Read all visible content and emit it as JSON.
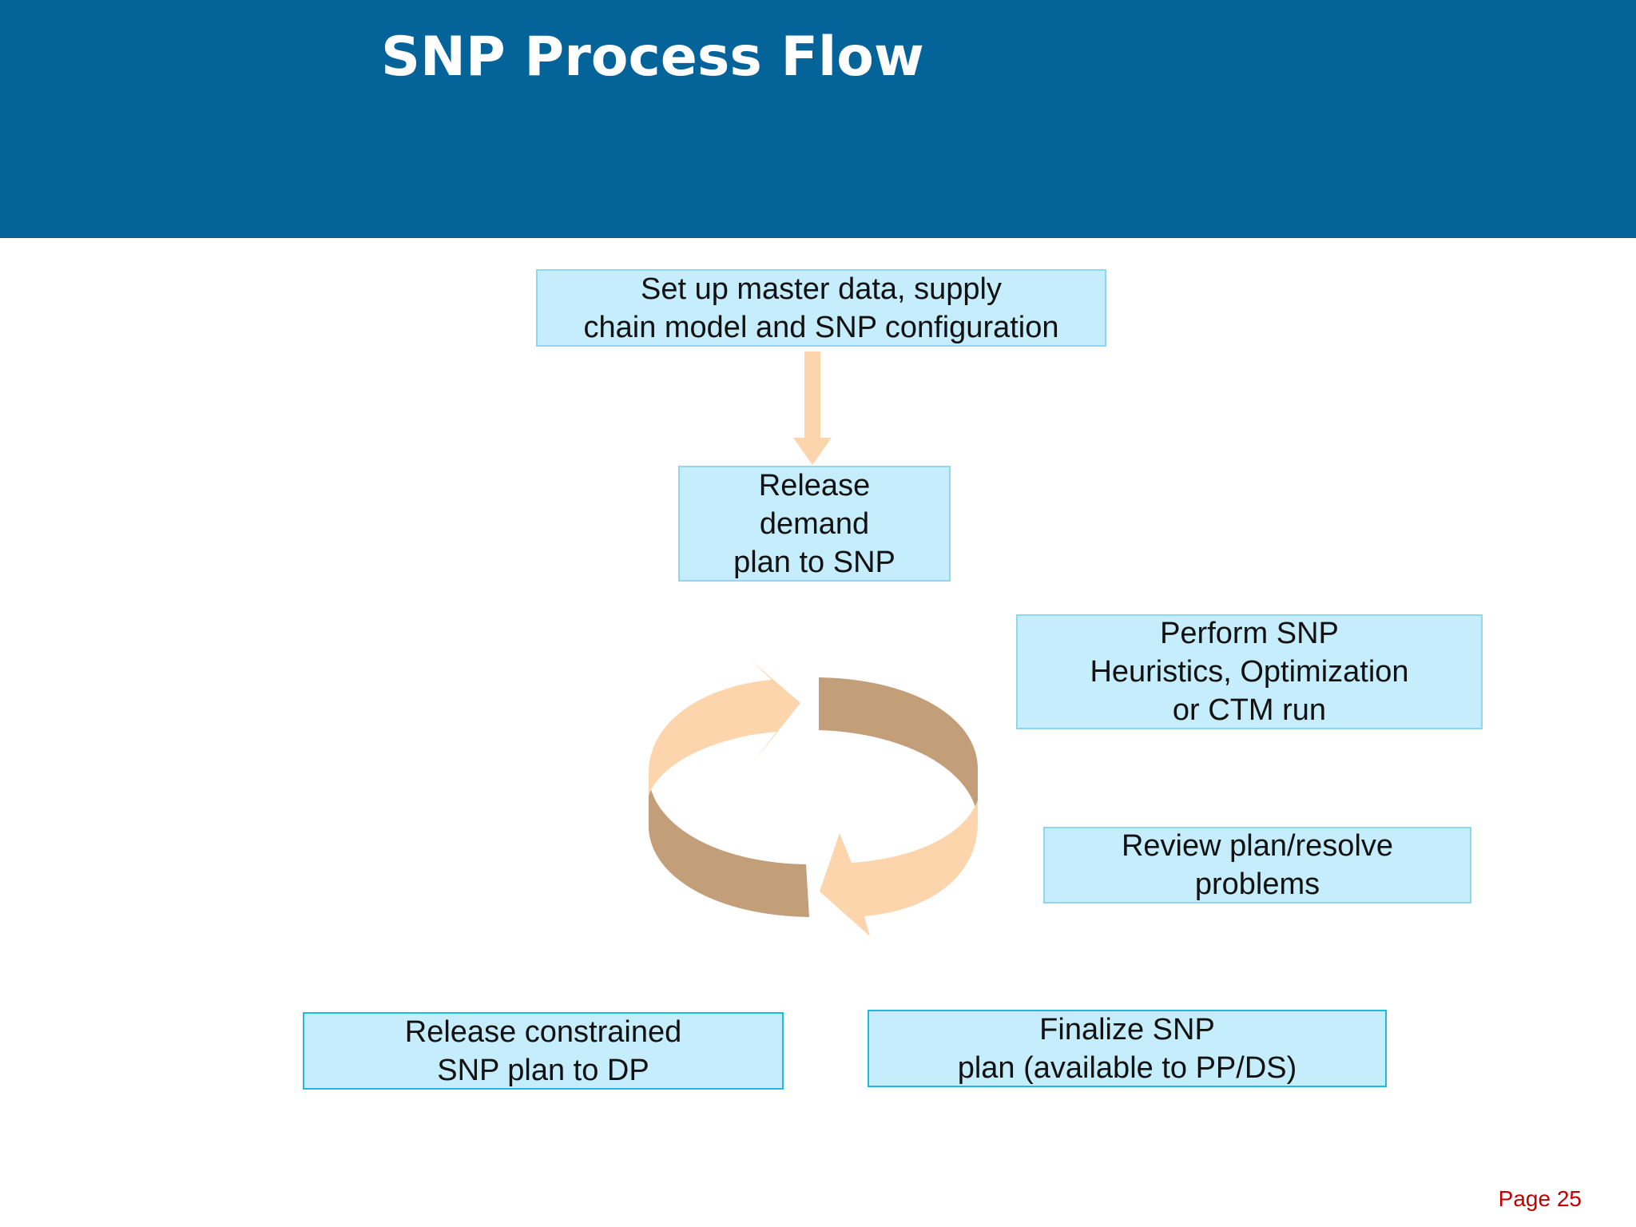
{
  "slide": {
    "title": "SNP Process Flow",
    "page_label": "Page 25"
  },
  "colors": {
    "header_band": "#04649a",
    "box_fill": "#c5edfb",
    "box_border": "#8fd7ef",
    "arrow_light": "#fdd5ad",
    "arrow_dark": "#c29e79",
    "page_label": "#c00000"
  },
  "flow": {
    "steps": [
      {
        "id": "setup",
        "text": "Set up master data, supply\nchain model and SNP configuration"
      },
      {
        "id": "release",
        "text": "Release\ndemand\nplan to SNP"
      },
      {
        "id": "perform",
        "text": "Perform SNP\nHeuristics, Optimization\nor CTM run"
      },
      {
        "id": "review",
        "text": "Review plan/resolve\nproblems"
      },
      {
        "id": "finalize",
        "text": "Finalize SNP\nplan (available to PP/DS)"
      },
      {
        "id": "constrained",
        "text": "Release constrained\nSNP plan to DP"
      }
    ],
    "connectors": [
      {
        "from": "setup",
        "to": "release",
        "type": "down-arrow"
      },
      {
        "type": "cycle-arrows",
        "description_steps": [
          "perform",
          "review"
        ]
      }
    ]
  }
}
